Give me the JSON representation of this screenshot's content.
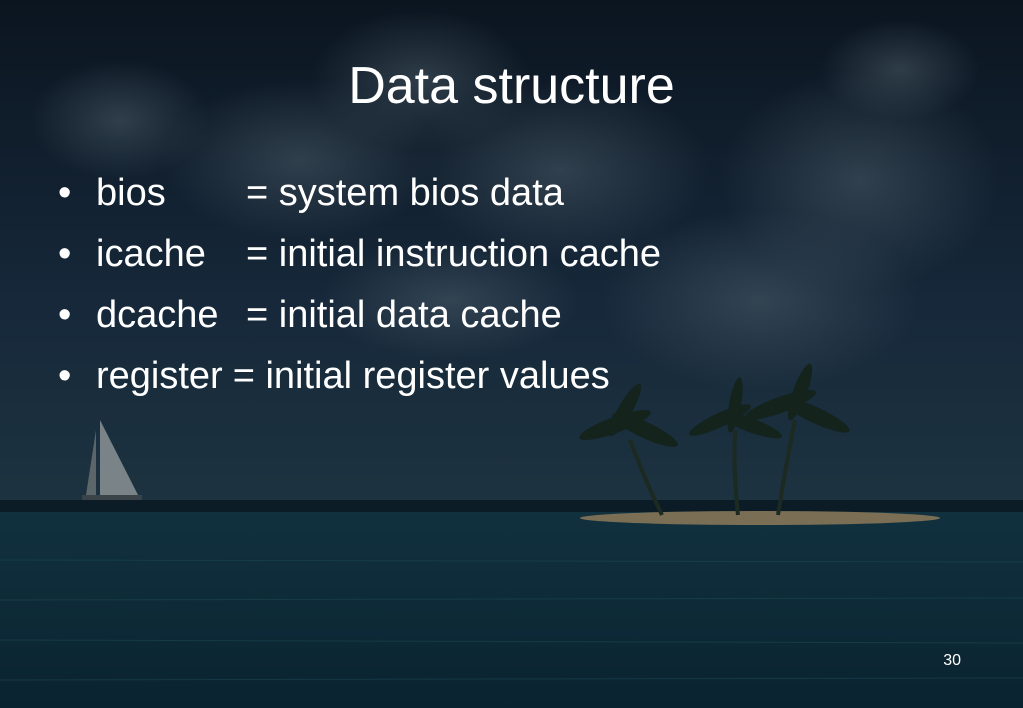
{
  "slide": {
    "title": "Data structure",
    "bullets": [
      {
        "marker": "•",
        "term": "bios",
        "definition": "= system bios data"
      },
      {
        "marker": "•",
        "term": "icache",
        "definition": "= initial instruction cache"
      },
      {
        "marker": "•",
        "term": "dcache",
        "definition": "= initial data cache"
      },
      {
        "marker": "•",
        "term": "register",
        "definition": "= initial register values"
      }
    ],
    "page_number": "30"
  },
  "colors": {
    "sky_top": "#0c1724",
    "sky_bottom": "#1a2d3a",
    "sea": "#0f2f3d",
    "text": "#ffffff"
  }
}
